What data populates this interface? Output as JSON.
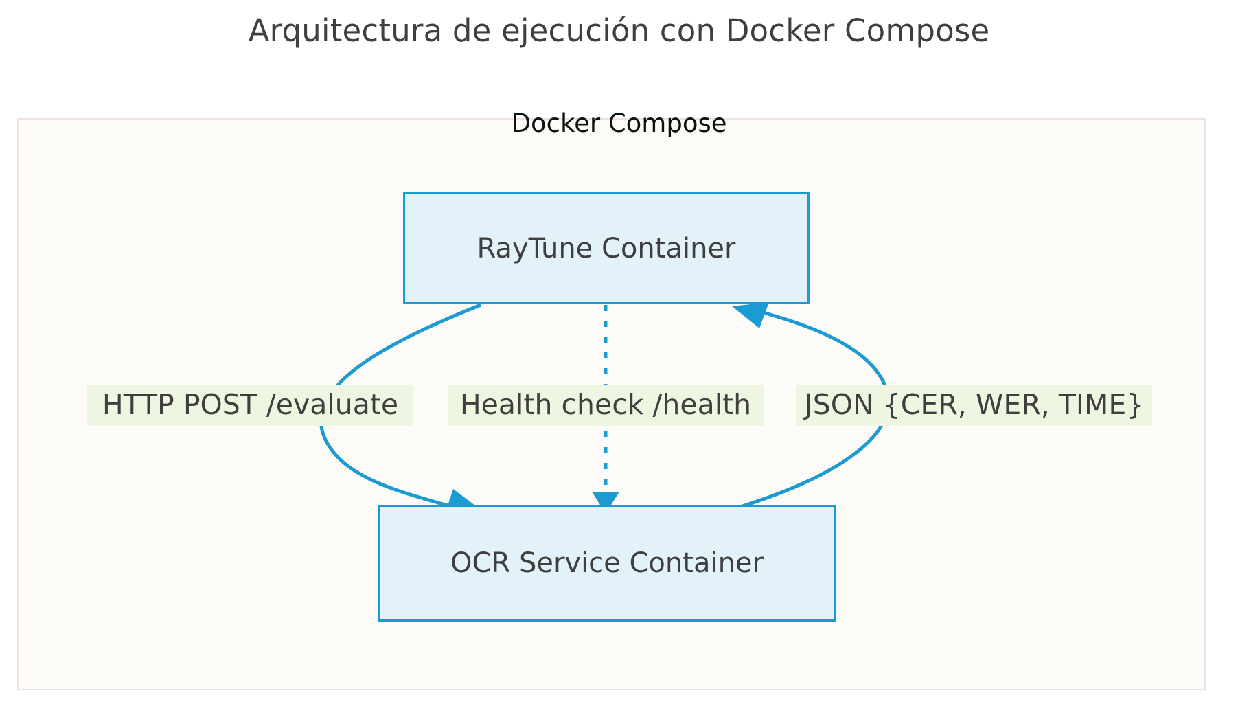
{
  "title": "Arquitectura de ejecución con Docker Compose",
  "cluster": {
    "label": "Docker Compose"
  },
  "nodes": [
    {
      "id": "raytune",
      "label": "RayTune Container"
    },
    {
      "id": "ocr",
      "label": "OCR Service Container"
    }
  ],
  "edges": [
    {
      "id": "request",
      "label": "HTTP POST /evaluate",
      "from": "raytune",
      "to": "ocr",
      "style": "solid"
    },
    {
      "id": "health",
      "label": "Health check /health",
      "from": "raytune",
      "to": "ocr",
      "style": "dotted"
    },
    {
      "id": "response",
      "label": "JSON {CER, WER, TIME}",
      "from": "ocr",
      "to": "raytune",
      "style": "solid"
    }
  ],
  "colors": {
    "page_background": "#ffffff",
    "title_text": "#3f3f3f",
    "cluster_fill": "#fdfbf8",
    "cluster_border": "#ece3e1",
    "cluster_label_text": "#111111",
    "node_fill": "#e3f1f8",
    "node_border": "#1b9bd1",
    "node_text": "#3f3f3f",
    "edge_stroke": "#1b9bd1",
    "edge_label_fill": "#eef5e1",
    "edge_label_text": "#3f3f3f"
  }
}
